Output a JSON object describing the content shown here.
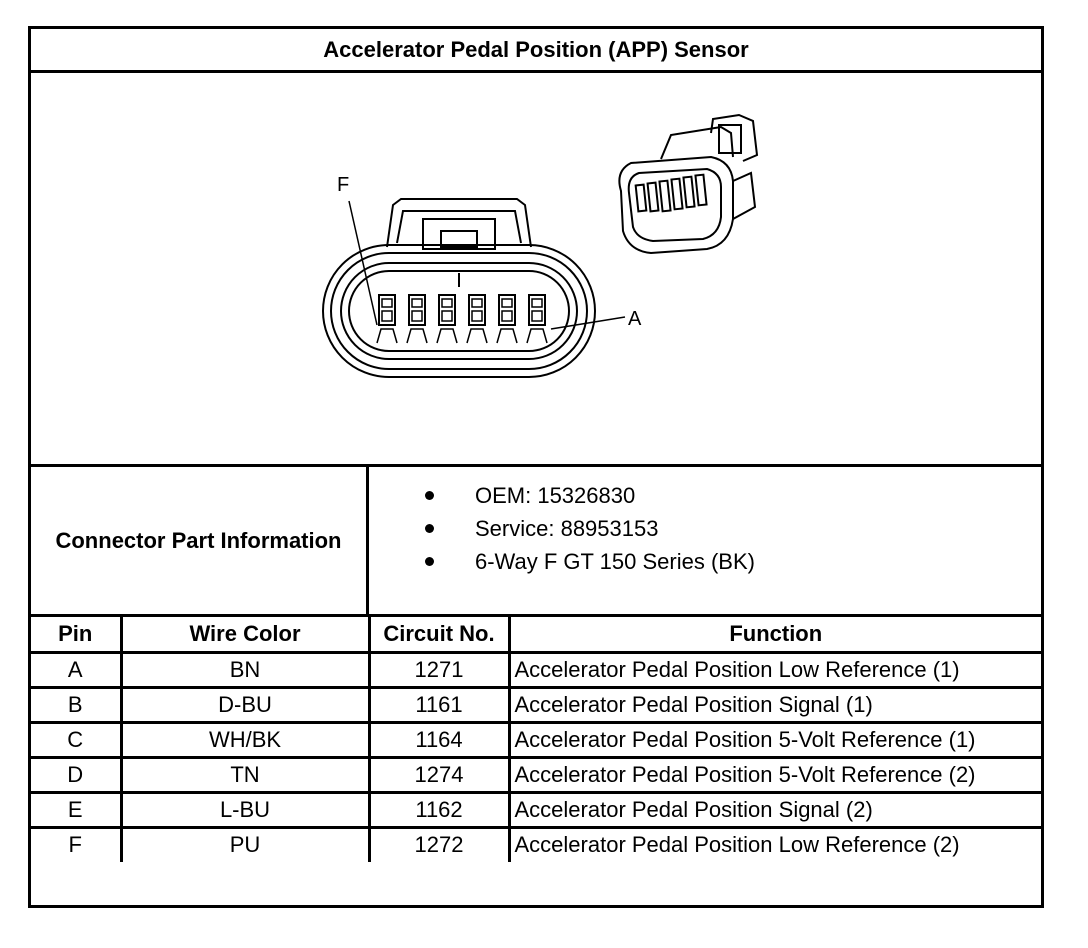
{
  "title": "Accelerator Pedal Position (APP) Sensor",
  "figure": {
    "label_f": "F",
    "label_a": "A"
  },
  "connector_info": {
    "label": "Connector Part Information",
    "items": [
      "OEM: 15326830",
      "Service: 88953153",
      "6-Way F GT 150 Series (BK)"
    ]
  },
  "table": {
    "headers": [
      "Pin",
      "Wire Color",
      "Circuit No.",
      "Function"
    ],
    "rows": [
      [
        "A",
        "BN",
        "1271",
        "Accelerator Pedal Position Low Reference (1)"
      ],
      [
        "B",
        "D-BU",
        "1161",
        "Accelerator Pedal Position Signal (1)"
      ],
      [
        "C",
        "WH/BK",
        "1164",
        "Accelerator Pedal Position 5-Volt Reference (1)"
      ],
      [
        "D",
        "TN",
        "1274",
        "Accelerator Pedal Position 5-Volt Reference (2)"
      ],
      [
        "E",
        "L-BU",
        "1162",
        "Accelerator Pedal Position Signal (2)"
      ],
      [
        "F",
        "PU",
        "1272",
        "Accelerator Pedal Position Low Reference (2)"
      ]
    ]
  }
}
